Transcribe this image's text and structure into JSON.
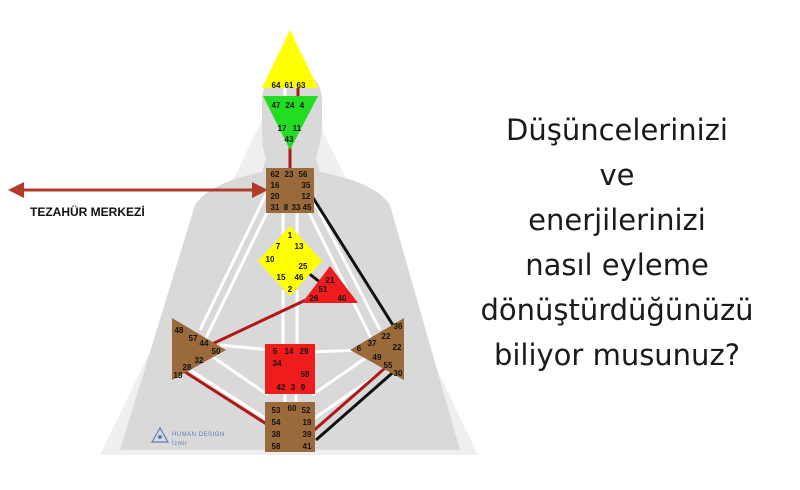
{
  "label": "TEZAHÜR MERKEZİ",
  "logo": {
    "line1": "HUMAN DESIGN",
    "line2": "İzmir"
  },
  "question": [
    "Düşüncelerinizi",
    "ve",
    "enerjilerinizi",
    "nasıl eyleme",
    "dönüştürdüğünüzü",
    "biliyor musunuz?"
  ],
  "colors": {
    "head": "#ffff00",
    "ajna": "#22dd22",
    "throat": "#9b6a3a",
    "g": "#ffff00",
    "ego": "#ee1c1c",
    "spleen": "#9b6a3a",
    "solar": "#9b6a3a",
    "sacral": "#ee1c1c",
    "root": "#9b6a3a",
    "arrow": "#b23a2a",
    "body": "#d9d9d9"
  },
  "gates": {
    "head": [
      "64",
      "61",
      "63"
    ],
    "ajna": [
      "47",
      "24",
      "4",
      "17",
      "11",
      "43"
    ],
    "throat": [
      "62",
      "23",
      "56",
      "16",
      "35",
      "20",
      "12",
      "31",
      "8",
      "33",
      "45"
    ],
    "g": [
      "1",
      "7",
      "13",
      "10",
      "25",
      "15",
      "46",
      "2"
    ],
    "ego": [
      "21",
      "51",
      "26",
      "40"
    ],
    "spleen": [
      "48",
      "57",
      "44",
      "50",
      "32",
      "28",
      "18"
    ],
    "solar": [
      "36",
      "22",
      "6",
      "37",
      "49",
      "55",
      "30"
    ],
    "sacral": [
      "5",
      "14",
      "29",
      "34",
      "59",
      "42",
      "3",
      "9"
    ],
    "root": [
      "53",
      "60",
      "52",
      "54",
      "19",
      "38",
      "39",
      "58",
      "41"
    ]
  }
}
